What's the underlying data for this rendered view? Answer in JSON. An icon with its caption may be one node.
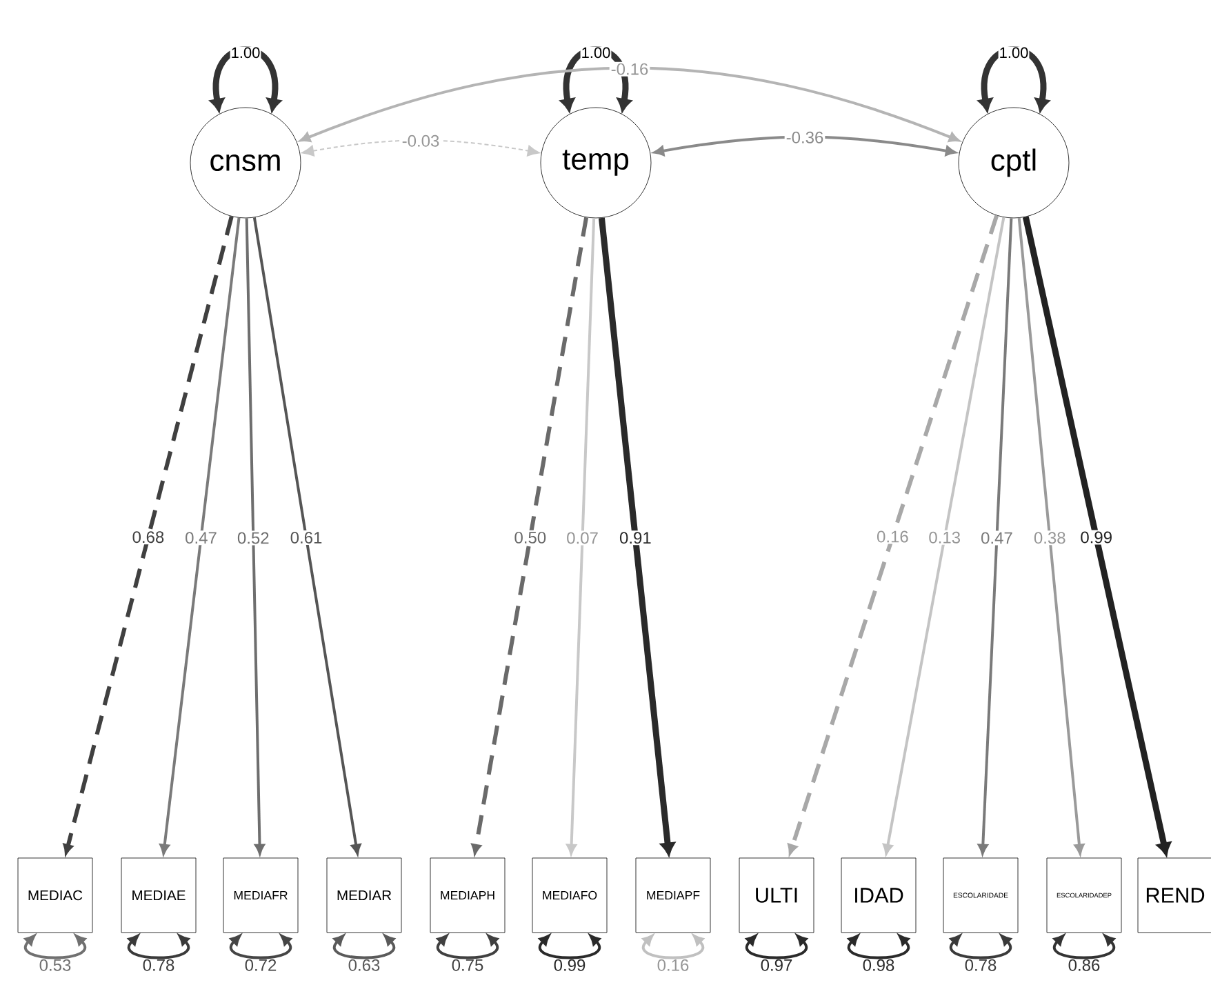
{
  "diagram": {
    "nodes": [
      {
        "text": [
          "cnsm"
        ]
      },
      {
        "text": [
          "temp"
        ]
      },
      {
        "text": [
          "cptl"
        ]
      },
      {
        "text": [
          "MEDIAC"
        ]
      },
      {
        "text": [
          "MEDIAE"
        ]
      },
      {
        "text": [
          "MEDIAFR"
        ]
      },
      {
        "text": [
          "MEDIAR"
        ]
      },
      {
        "text": [
          "MEDIAPH"
        ]
      },
      {
        "text": [
          "MEDIAFO"
        ]
      },
      {
        "text": [
          "MEDIAPF"
        ]
      },
      {
        "text": [
          "ULTI"
        ]
      },
      {
        "text": [
          "IDAD"
        ]
      },
      {
        "text": [
          "ESCOLARIDADE"
        ]
      },
      {
        "text": [
          "ESCOLARIDADEP"
        ]
      },
      {
        "text": [
          "REND"
        ]
      }
    ],
    "edges": [
      {
        "from": 0,
        "to": 0,
        "arrow": "both",
        "label": "1.00",
        "style": "thick",
        "color": "#333333"
      },
      {
        "from": 1,
        "to": 1,
        "arrow": "both",
        "label": "1.00",
        "style": "thick",
        "color": "#333333"
      },
      {
        "from": 2,
        "to": 2,
        "arrow": "both",
        "label": "1.00",
        "style": "thick",
        "color": "#333333"
      },
      {
        "from": 0,
        "to": 2,
        "arrow": "both",
        "label": "-0.16",
        "color": "#b4b4b4"
      },
      {
        "from": 0,
        "to": 1,
        "arrow": "both",
        "label": "-0.03",
        "style": "dashed",
        "color": "#c8c8c8"
      },
      {
        "from": 1,
        "to": 2,
        "arrow": "both",
        "label": "-0.36",
        "color": "#8a8a8a"
      },
      {
        "from": 0,
        "to": 3,
        "arrow": "to",
        "label": "0.68",
        "style": "dashed",
        "color": "#404040"
      },
      {
        "from": 0,
        "to": 4,
        "arrow": "to",
        "label": "0.47",
        "color": "#7a7a7a"
      },
      {
        "from": 0,
        "to": 5,
        "arrow": "to",
        "label": "0.52",
        "color": "#6e6e6e"
      },
      {
        "from": 0,
        "to": 6,
        "arrow": "to",
        "label": "0.61",
        "color": "#555555"
      },
      {
        "from": 1,
        "to": 7,
        "arrow": "to",
        "label": "0.50",
        "style": "dashed",
        "color": "#6a6a6a"
      },
      {
        "from": 1,
        "to": 8,
        "arrow": "to",
        "label": "0.07",
        "color": "#c8c8c8"
      },
      {
        "from": 1,
        "to": 9,
        "arrow": "to",
        "label": "0.91",
        "style": "thick",
        "color": "#2a2a2a"
      },
      {
        "from": 2,
        "to": 10,
        "arrow": "to",
        "label": "0.16",
        "style": "dashed",
        "color": "#a8a8a8"
      },
      {
        "from": 2,
        "to": 11,
        "arrow": "to",
        "label": "0.13",
        "color": "#c4c4c4"
      },
      {
        "from": 2,
        "to": 12,
        "arrow": "to",
        "label": "0.47",
        "color": "#7a7a7a"
      },
      {
        "from": 2,
        "to": 13,
        "arrow": "to",
        "label": "0.38",
        "color": "#9a9a9a"
      },
      {
        "from": 2,
        "to": 14,
        "arrow": "to",
        "label": "0.99",
        "style": "thick",
        "color": "#222222"
      },
      {
        "from": 3,
        "to": 3,
        "arrow": "both",
        "label": "0.53",
        "color": "#707070"
      },
      {
        "from": 4,
        "to": 4,
        "arrow": "both",
        "label": "0.78",
        "color": "#3a3a3a"
      },
      {
        "from": 5,
        "to": 5,
        "arrow": "both",
        "label": "0.72",
        "color": "#454545"
      },
      {
        "from": 6,
        "to": 6,
        "arrow": "both",
        "label": "0.63",
        "color": "#5a5a5a"
      },
      {
        "from": 7,
        "to": 7,
        "arrow": "both",
        "label": "0.75",
        "color": "#404040"
      },
      {
        "from": 8,
        "to": 8,
        "arrow": "both",
        "label": "0.99",
        "color": "#2a2a2a"
      },
      {
        "from": 9,
        "to": 9,
        "arrow": "both",
        "label": "0.16",
        "color": "#c0c0c0"
      },
      {
        "from": 10,
        "to": 10,
        "arrow": "both",
        "label": "0.97",
        "color": "#2a2a2a"
      },
      {
        "from": 11,
        "to": 11,
        "arrow": "both",
        "label": "0.98",
        "color": "#2a2a2a"
      },
      {
        "from": 12,
        "to": 12,
        "arrow": "both",
        "label": "0.78",
        "color": "#3a3a3a"
      },
      {
        "from": 13,
        "to": 13,
        "arrow": "both",
        "label": "0.86",
        "color": "#333333"
      }
    ]
  }
}
